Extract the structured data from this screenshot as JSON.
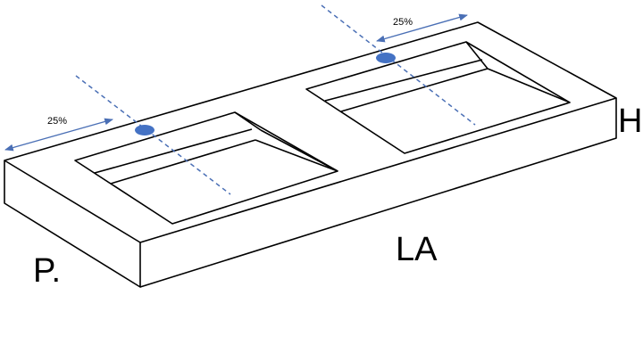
{
  "colors": {
    "line": "#000000",
    "accent": "#4a6fb5",
    "tap_hole": "#4472c4",
    "background": "#ffffff"
  },
  "labels": {
    "depth": "P.",
    "length": "LA",
    "height": "H",
    "left_dimension": "25%",
    "right_dimension": "25%"
  },
  "icons": {
    "tap_hole": "filled-ellipse",
    "dimension_arrow": "double-headed-arrow"
  }
}
